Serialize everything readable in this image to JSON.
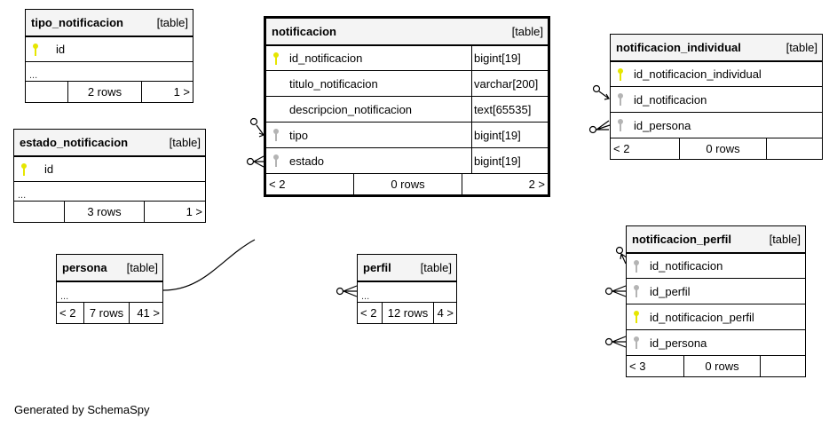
{
  "diagram": {
    "credit": "Generated by SchemaSpy",
    "tables": {
      "tipo_notificacion": {
        "name": "tipo_notificacion",
        "kind": "[table]",
        "columns": [
          {
            "name": "id",
            "key": "primary"
          }
        ],
        "ellipsis": "...",
        "footer": {
          "left": "",
          "rows": "2 rows",
          "right": "1 >"
        }
      },
      "estado_notificacion": {
        "name": "estado_notificacion",
        "kind": "[table]",
        "columns": [
          {
            "name": "id",
            "key": "primary"
          }
        ],
        "ellipsis": "...",
        "footer": {
          "left": "",
          "rows": "3 rows",
          "right": "1 >"
        }
      },
      "notificacion": {
        "name": "notificacion",
        "kind": "[table]",
        "columns": [
          {
            "name": "id_notificacion",
            "type": "bigint[19]",
            "key": "primary"
          },
          {
            "name": "titulo_notificacion",
            "type": "varchar[200]",
            "key": "none"
          },
          {
            "name": "descripcion_notificacion",
            "type": "text[65535]",
            "key": "none"
          },
          {
            "name": "tipo",
            "type": "bigint[19]",
            "key": "foreign"
          },
          {
            "name": "estado",
            "type": "bigint[19]",
            "key": "foreign"
          }
        ],
        "footer": {
          "left": "< 2",
          "rows": "0 rows",
          "right": "2 >"
        }
      },
      "notificacion_individual": {
        "name": "notificacion_individual",
        "kind": "[table]",
        "columns": [
          {
            "name": "id_notificacion_individual",
            "key": "primary"
          },
          {
            "name": "id_notificacion",
            "key": "foreign"
          },
          {
            "name": "id_persona",
            "key": "foreign"
          }
        ],
        "footer": {
          "left": "< 2",
          "rows": "0 rows",
          "right": ""
        }
      },
      "persona": {
        "name": "persona",
        "kind": "[table]",
        "ellipsis": "...",
        "footer": {
          "left": "< 2",
          "rows": "7 rows",
          "right": "41 >"
        }
      },
      "perfil": {
        "name": "perfil",
        "kind": "[table]",
        "ellipsis": "...",
        "footer": {
          "left": "< 2",
          "rows": "12 rows",
          "right": "4 >"
        }
      },
      "notificacion_perfil": {
        "name": "notificacion_perfil",
        "kind": "[table]",
        "columns": [
          {
            "name": "id_notificacion",
            "key": "foreign"
          },
          {
            "name": "id_perfil",
            "key": "foreign"
          },
          {
            "name": "id_notificacion_perfil",
            "key": "primary"
          },
          {
            "name": "id_persona",
            "key": "foreign"
          }
        ],
        "footer": {
          "left": "< 3",
          "rows": "0 rows",
          "right": ""
        }
      }
    },
    "colors": {
      "primary_key": "#e6e600",
      "foreign_key": "#b4b4b4",
      "header_bg": "#f4f4f4"
    }
  }
}
